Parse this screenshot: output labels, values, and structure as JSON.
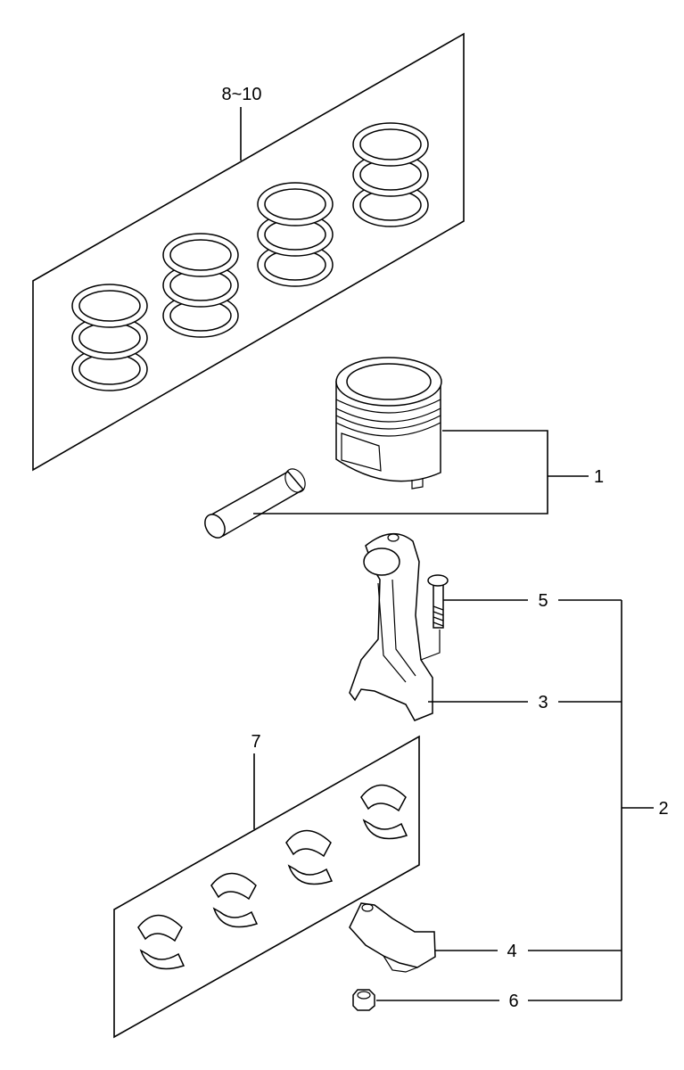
{
  "callouts": {
    "rings": "8~10",
    "piston": "1",
    "rod_assembly": "2",
    "rod": "3",
    "cap": "4",
    "bolt": "5",
    "nut": "6",
    "bearings": "7"
  }
}
